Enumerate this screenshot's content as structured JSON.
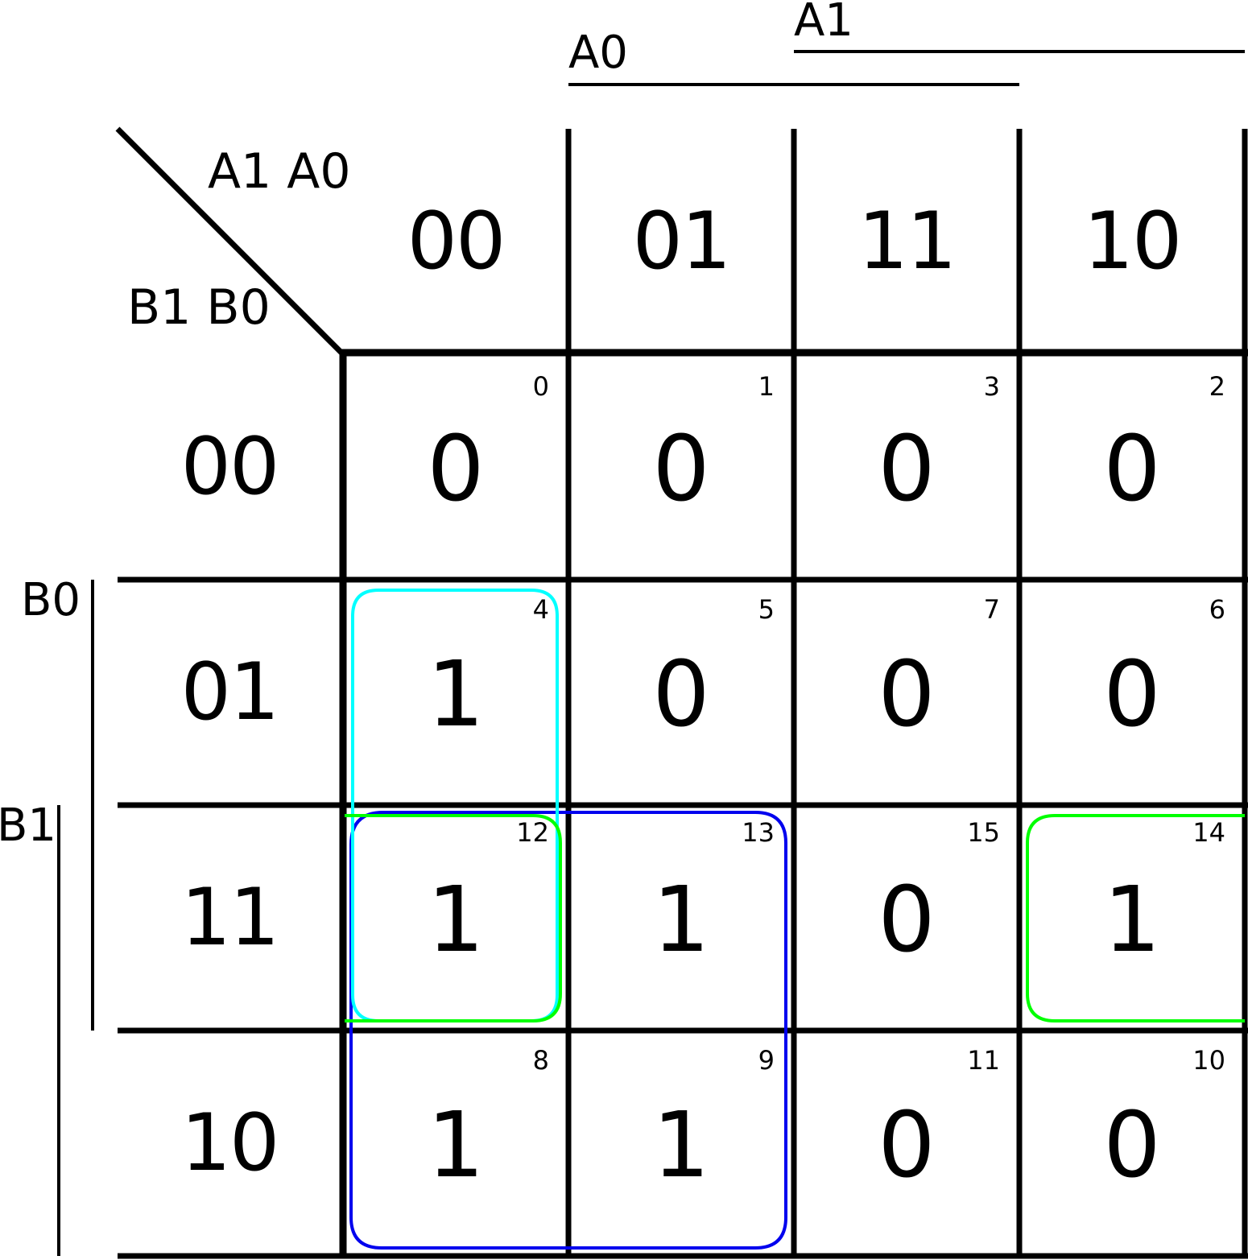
{
  "kmap": {
    "corner": {
      "column_vars": "A1 A0",
      "row_vars": "B1 B0"
    },
    "column_headers": [
      "00",
      "01",
      "11",
      "10"
    ],
    "row_headers": [
      "00",
      "01",
      "11",
      "10"
    ],
    "top_labels": {
      "a0": "A0",
      "a1": "A1"
    },
    "side_labels": {
      "b0": "B0",
      "b1": "B1"
    },
    "cells": [
      [
        {
          "value": "0",
          "index": "0"
        },
        {
          "value": "0",
          "index": "1"
        },
        {
          "value": "0",
          "index": "3"
        },
        {
          "value": "0",
          "index": "2"
        }
      ],
      [
        {
          "value": "1",
          "index": "4"
        },
        {
          "value": "0",
          "index": "5"
        },
        {
          "value": "0",
          "index": "7"
        },
        {
          "value": "0",
          "index": "6"
        }
      ],
      [
        {
          "value": "1",
          "index": "12"
        },
        {
          "value": "1",
          "index": "13"
        },
        {
          "value": "0",
          "index": "15"
        },
        {
          "value": "1",
          "index": "14"
        }
      ],
      [
        {
          "value": "1",
          "index": "8"
        },
        {
          "value": "1",
          "index": "9"
        },
        {
          "value": "0",
          "index": "11"
        },
        {
          "value": "0",
          "index": "10"
        }
      ]
    ],
    "groups": [
      {
        "color": "#00ffff",
        "cells": [
          4,
          12
        ]
      },
      {
        "color": "#0000ee",
        "cells": [
          12,
          13,
          8,
          9
        ]
      },
      {
        "color": "#00ff00",
        "cells": [
          12,
          14
        ]
      }
    ]
  }
}
